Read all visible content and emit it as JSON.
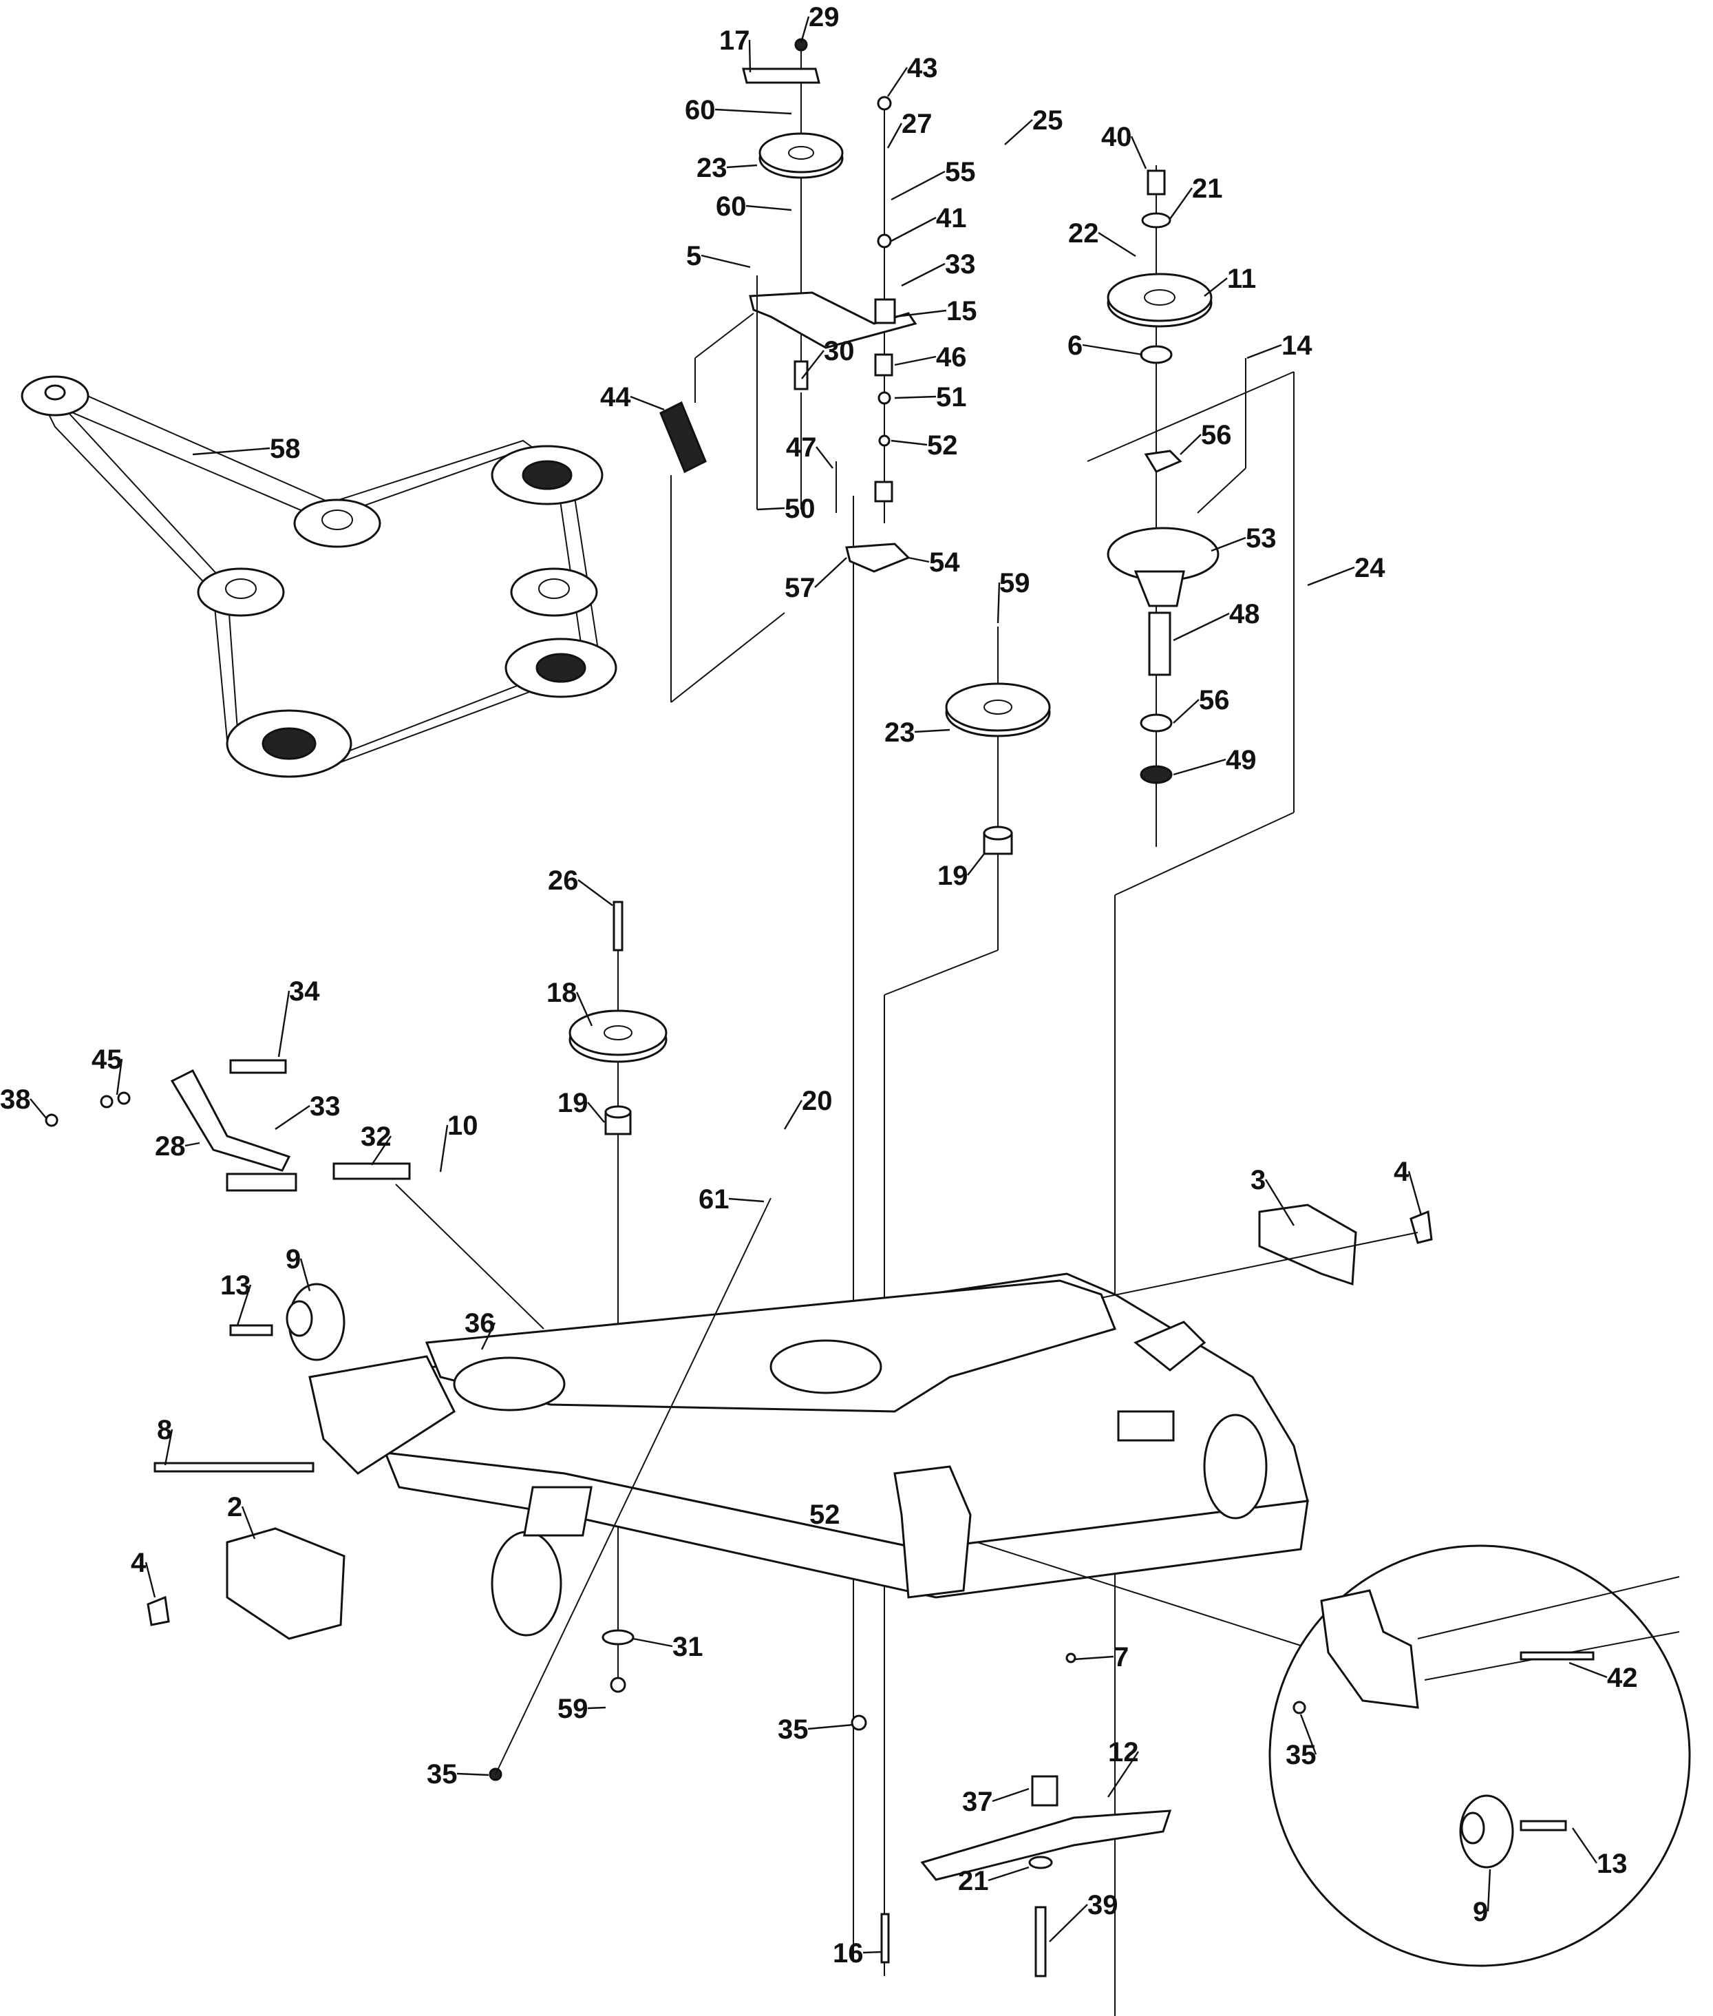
{
  "diagram": {
    "deck_badge": "52",
    "callouts": [
      {
        "id": "c29",
        "text": "29"
      },
      {
        "id": "c17",
        "text": "17"
      },
      {
        "id": "c43",
        "text": "43"
      },
      {
        "id": "c60a",
        "text": "60"
      },
      {
        "id": "c27",
        "text": "27"
      },
      {
        "id": "c25",
        "text": "25"
      },
      {
        "id": "c40",
        "text": "40"
      },
      {
        "id": "c23a",
        "text": "23"
      },
      {
        "id": "c55",
        "text": "55"
      },
      {
        "id": "c21a",
        "text": "21"
      },
      {
        "id": "c60b",
        "text": "60"
      },
      {
        "id": "c41",
        "text": "41"
      },
      {
        "id": "c22",
        "text": "22"
      },
      {
        "id": "c5",
        "text": "5"
      },
      {
        "id": "c33a",
        "text": "33"
      },
      {
        "id": "c11",
        "text": "11"
      },
      {
        "id": "c15",
        "text": "15"
      },
      {
        "id": "c6",
        "text": "6"
      },
      {
        "id": "c14",
        "text": "14"
      },
      {
        "id": "c30",
        "text": "30"
      },
      {
        "id": "c46",
        "text": "46"
      },
      {
        "id": "c44",
        "text": "44"
      },
      {
        "id": "c51",
        "text": "51"
      },
      {
        "id": "c58",
        "text": "58"
      },
      {
        "id": "c56a",
        "text": "56"
      },
      {
        "id": "c47",
        "text": "47"
      },
      {
        "id": "c52",
        "text": "52"
      },
      {
        "id": "c50",
        "text": "50"
      },
      {
        "id": "c53",
        "text": "53"
      },
      {
        "id": "c54",
        "text": "54"
      },
      {
        "id": "c24",
        "text": "24"
      },
      {
        "id": "c57",
        "text": "57"
      },
      {
        "id": "c59a",
        "text": "59"
      },
      {
        "id": "c48",
        "text": "48"
      },
      {
        "id": "c56b",
        "text": "56"
      },
      {
        "id": "c23b",
        "text": "23"
      },
      {
        "id": "c49",
        "text": "49"
      },
      {
        "id": "c19a",
        "text": "19"
      },
      {
        "id": "c26",
        "text": "26"
      },
      {
        "id": "c34",
        "text": "34"
      },
      {
        "id": "c18",
        "text": "18"
      },
      {
        "id": "c45",
        "text": "45"
      },
      {
        "id": "c38",
        "text": "38"
      },
      {
        "id": "c33b",
        "text": "33"
      },
      {
        "id": "c20",
        "text": "20"
      },
      {
        "id": "c19b",
        "text": "19"
      },
      {
        "id": "c28",
        "text": "28"
      },
      {
        "id": "c32",
        "text": "32"
      },
      {
        "id": "c10",
        "text": "10"
      },
      {
        "id": "c61",
        "text": "61"
      },
      {
        "id": "c3",
        "text": "3"
      },
      {
        "id": "c4a",
        "text": "4"
      },
      {
        "id": "c9a",
        "text": "9"
      },
      {
        "id": "c13a",
        "text": "13"
      },
      {
        "id": "c36",
        "text": "36"
      },
      {
        "id": "c8",
        "text": "8"
      },
      {
        "id": "c2",
        "text": "2"
      },
      {
        "id": "c4b",
        "text": "4"
      },
      {
        "id": "c31",
        "text": "31"
      },
      {
        "id": "c7",
        "text": "7"
      },
      {
        "id": "c42",
        "text": "42"
      },
      {
        "id": "c59b",
        "text": "59"
      },
      {
        "id": "c35a",
        "text": "35"
      },
      {
        "id": "c35b",
        "text": "35"
      },
      {
        "id": "c12",
        "text": "12"
      },
      {
        "id": "c35c",
        "text": "35"
      },
      {
        "id": "c37",
        "text": "37"
      },
      {
        "id": "c21b",
        "text": "21"
      },
      {
        "id": "c13b",
        "text": "13"
      },
      {
        "id": "c9b",
        "text": "9"
      },
      {
        "id": "c39",
        "text": "39"
      },
      {
        "id": "c16",
        "text": "16"
      }
    ]
  }
}
